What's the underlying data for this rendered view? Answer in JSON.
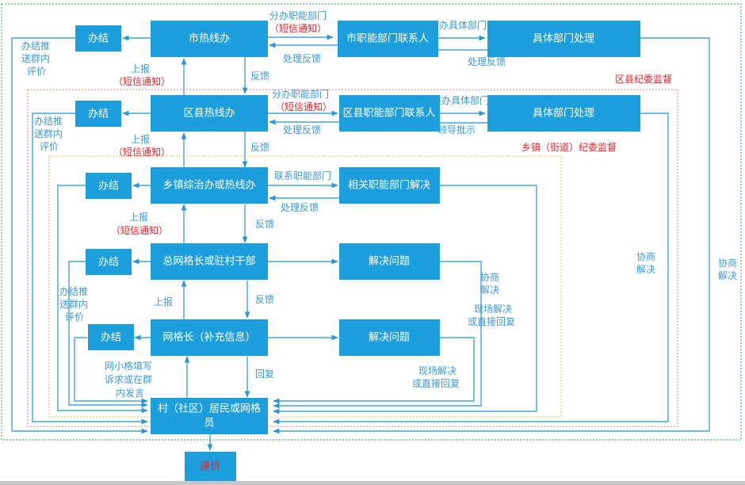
{
  "title": "市民诉求办理流程图",
  "colors": {
    "box": "#1e9fdd",
    "line": "#41a5dc",
    "label": "#3a9ad6",
    "alert": "#e8202a",
    "zone_city": "#3aa05a",
    "zone_county": "#f07a7a",
    "zone_town": "#f2b45a"
  },
  "zones": {
    "county": "区县纪委监督",
    "town": "乡镇（街道）纪委监督"
  },
  "boxes": {
    "city_hotline": "市热线办",
    "city_dept_contact": "市职能部门联系人",
    "city_specific_dept": "具体部门处理",
    "county_hotline": "区县热线办",
    "county_dept_contact": "区县职能部门联系人",
    "county_specific_dept": "具体部门处理",
    "town_office": "乡镇综治办或热线办",
    "town_related_dept": "相关职能部门解决",
    "chief_grid": "总网格长或驻村干部",
    "chief_solve": "解决问题",
    "grid_leader": "网格长（补充信息）",
    "grid_solve": "解决问题",
    "resident_line1": "村（社区）居民或网格",
    "resident_line2": "员",
    "done1": "办结",
    "done2": "办结",
    "done3": "办结",
    "done4": "办结",
    "done5": "办结",
    "evaluate": "评价"
  },
  "labels": {
    "dispatch_dept": "分办职能部门",
    "sms_notice": "（短信通知）",
    "handle_feedback": "处理反馈",
    "assign_specific": "交办具体部门",
    "leader_instruction": "领导批示",
    "feedback": "反馈",
    "report": "上报",
    "push_group_eval_1": "办结推",
    "push_group_eval_2": "送群内",
    "push_group_eval_3": "评价",
    "contact_dept": "联系职能部门",
    "negotiate_1": "协商",
    "negotiate_2": "解决",
    "onsite_1": "现场解决",
    "onsite_2": "或直接回复",
    "reply": "回复",
    "fill_request_1": "网小格填写",
    "fill_request_2": "诉求或在群",
    "fill_request_3": "内发言"
  }
}
